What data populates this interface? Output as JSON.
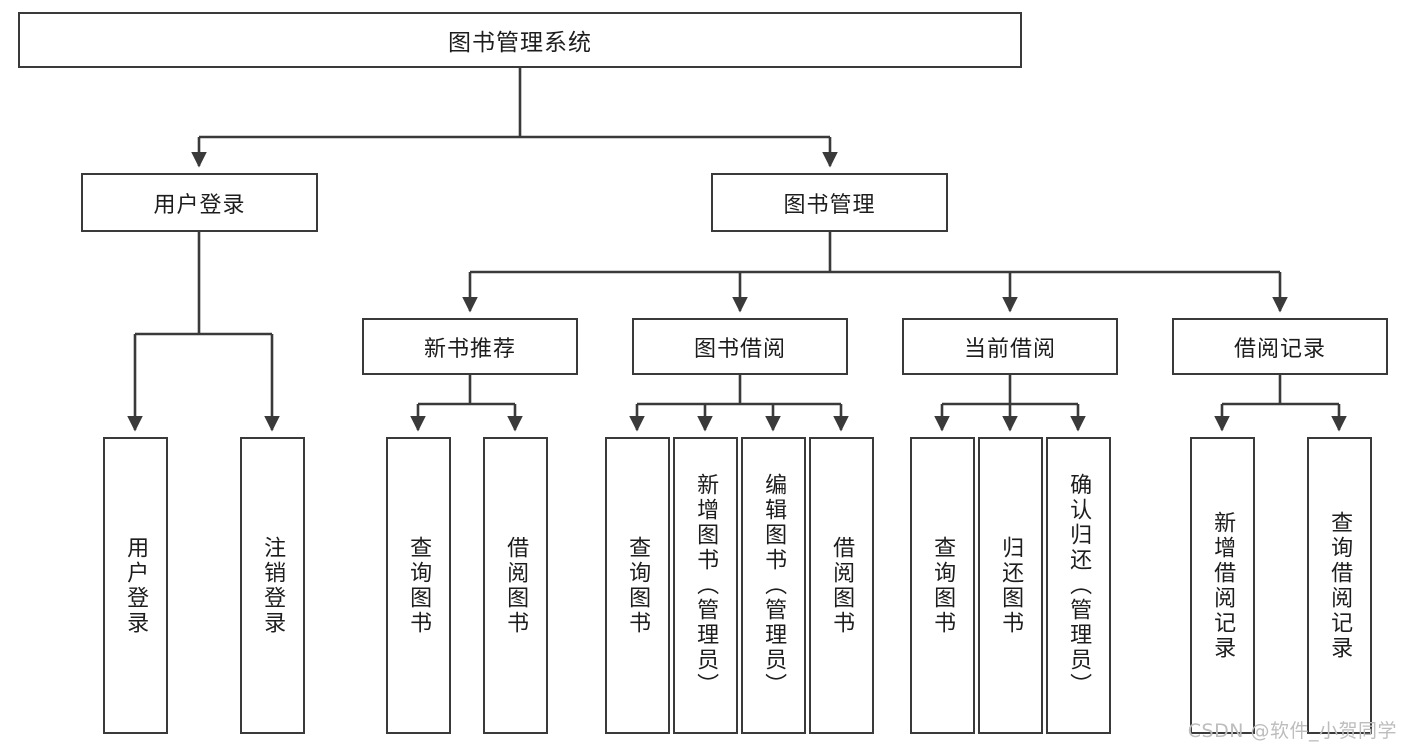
{
  "diagram": {
    "title": "图书管理系统",
    "watermark": "CSDN @软件_小贺同学",
    "style": {
      "box_border_color": "#3a3a3a",
      "box_fill_color": "#ffffff",
      "line_color": "#3a3a3a",
      "text_color": "#1d1d1d",
      "background": "#ffffff",
      "watermark_color": "#bdbdbd"
    },
    "levels": {
      "level1": [
        "图书管理系统"
      ],
      "level2": [
        "用户登录",
        "图书管理"
      ],
      "level3": [
        "新书推荐",
        "图书借阅",
        "当前借阅",
        "借阅记录"
      ],
      "level4": [
        "用户登录",
        "注销登录",
        "查询图书",
        "借阅图书",
        "查询图书",
        "新增图书（管理员）",
        "编辑图书（管理员）",
        "借阅图书",
        "查询图书",
        "归还图书",
        "确认归还（管理员）",
        "新增借阅记录",
        "查询借阅记录"
      ]
    },
    "nodes": {
      "root": {
        "label": "图书管理系统"
      },
      "user_login": {
        "label": "用户登录"
      },
      "book_manage": {
        "label": "图书管理"
      },
      "new_book_rec": {
        "label": "新书推荐"
      },
      "book_borrow": {
        "label": "图书借阅"
      },
      "current_borrow": {
        "label": "当前借阅"
      },
      "borrow_record": {
        "label": "借阅记录"
      },
      "leaf_user_login": {
        "label": "用户登录"
      },
      "leaf_logout": {
        "label": "注销登录"
      },
      "leaf_query_book_1": {
        "label": "查询图书"
      },
      "leaf_borrow_book_1": {
        "label": "借阅图书"
      },
      "leaf_query_book_2": {
        "label": "查询图书"
      },
      "leaf_add_book_admin": {
        "label": "新增图书（管理员）"
      },
      "leaf_edit_book_admin": {
        "label": "编辑图书（管理员）"
      },
      "leaf_borrow_book_2": {
        "label": "借阅图书"
      },
      "leaf_query_book_3": {
        "label": "查询图书"
      },
      "leaf_return_book": {
        "label": "归还图书"
      },
      "leaf_confirm_return_admin": {
        "label": "确认归还（管理员）"
      },
      "leaf_add_record": {
        "label": "新增借阅记录"
      },
      "leaf_query_record": {
        "label": "查询借阅记录"
      }
    },
    "edges": [
      {
        "from": "root",
        "to": "user_login"
      },
      {
        "from": "root",
        "to": "book_manage"
      },
      {
        "from": "user_login",
        "to": "leaf_user_login"
      },
      {
        "from": "user_login",
        "to": "leaf_logout"
      },
      {
        "from": "book_manage",
        "to": "new_book_rec"
      },
      {
        "from": "book_manage",
        "to": "book_borrow"
      },
      {
        "from": "book_manage",
        "to": "current_borrow"
      },
      {
        "from": "book_manage",
        "to": "borrow_record"
      },
      {
        "from": "new_book_rec",
        "to": "leaf_query_book_1"
      },
      {
        "from": "new_book_rec",
        "to": "leaf_borrow_book_1"
      },
      {
        "from": "book_borrow",
        "to": "leaf_query_book_2"
      },
      {
        "from": "book_borrow",
        "to": "leaf_add_book_admin"
      },
      {
        "from": "book_borrow",
        "to": "leaf_edit_book_admin"
      },
      {
        "from": "book_borrow",
        "to": "leaf_borrow_book_2"
      },
      {
        "from": "current_borrow",
        "to": "leaf_query_book_3"
      },
      {
        "from": "current_borrow",
        "to": "leaf_return_book"
      },
      {
        "from": "current_borrow",
        "to": "leaf_confirm_return_admin"
      },
      {
        "from": "borrow_record",
        "to": "leaf_add_record"
      },
      {
        "from": "borrow_record",
        "to": "leaf_query_record"
      }
    ]
  }
}
